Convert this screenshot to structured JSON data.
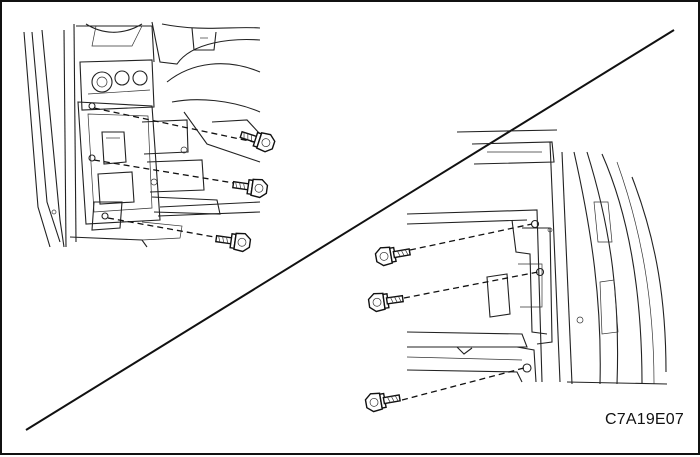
{
  "figure": {
    "code": "C7A19E07",
    "upper_panel": {
      "bolt_count": 3,
      "icons": [
        "bolt-icon",
        "bolt-icon",
        "bolt-icon"
      ]
    },
    "lower_panel": {
      "bolt_count": 3,
      "icons": [
        "bolt-icon",
        "bolt-icon",
        "bolt-icon"
      ]
    }
  }
}
